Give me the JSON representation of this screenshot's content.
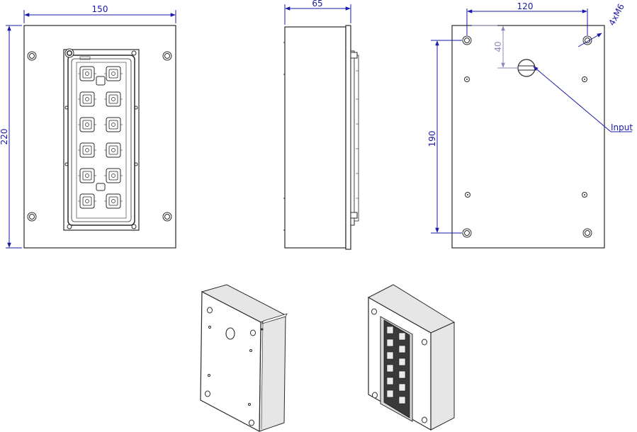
{
  "front_view": {
    "width_label": "150",
    "height_label": "220"
  },
  "side_view": {
    "depth_label": "65"
  },
  "back_view": {
    "hole_spacing_label": "120",
    "vertical_spacing_label": "190",
    "input_offset_label": "40",
    "thread_label": "4xM6",
    "input_label": "Input"
  },
  "colors": {
    "dimension": "#1a1aa8",
    "dimension_secondary": "#8a8ab8",
    "outline": "#2a2a2a"
  }
}
